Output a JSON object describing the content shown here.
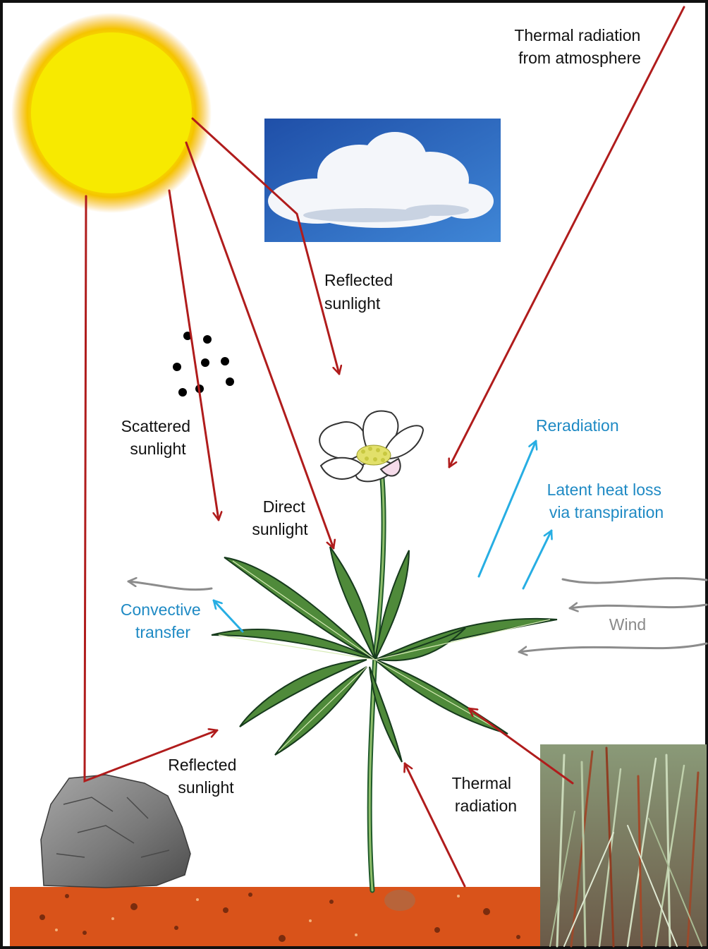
{
  "colors": {
    "incoming_arrow": "#b01c1c",
    "outgoing_arrow": "#27aee3",
    "wind_arrow": "#8c8c8c",
    "label_black": "#111111",
    "label_blue": "#1f8ac4",
    "label_grey": "#8a8a8a",
    "sun": "#f7ea00",
    "sun_glow": "#f5a500",
    "soil": "#d9531a",
    "border": "#111111"
  },
  "icons": {
    "sun": "sun-icon",
    "cloud": "cloud-icon",
    "rock": "rock-icon",
    "plant": "flowering-plant-icon",
    "grass": "grass-tuft-icon",
    "particles": "particles-icon",
    "soil": "soil-icon"
  },
  "labels": {
    "thermal_atmosphere": [
      "Thermal radiation",
      "from atmosphere"
    ],
    "reflected_cloud": [
      "Reflected",
      "sunlight"
    ],
    "scattered": [
      "Scattered",
      "sunlight"
    ],
    "direct": [
      "Direct",
      "sunlight"
    ],
    "reradiation": [
      "Reradiation"
    ],
    "latent_heat": [
      "Latent heat loss",
      "via transpiration"
    ],
    "convective": [
      "Convective",
      "transfer"
    ],
    "wind": [
      "Wind"
    ],
    "reflected_rock": [
      "Reflected",
      "sunlight"
    ],
    "thermal_ground": [
      "Thermal",
      "radiation"
    ]
  }
}
